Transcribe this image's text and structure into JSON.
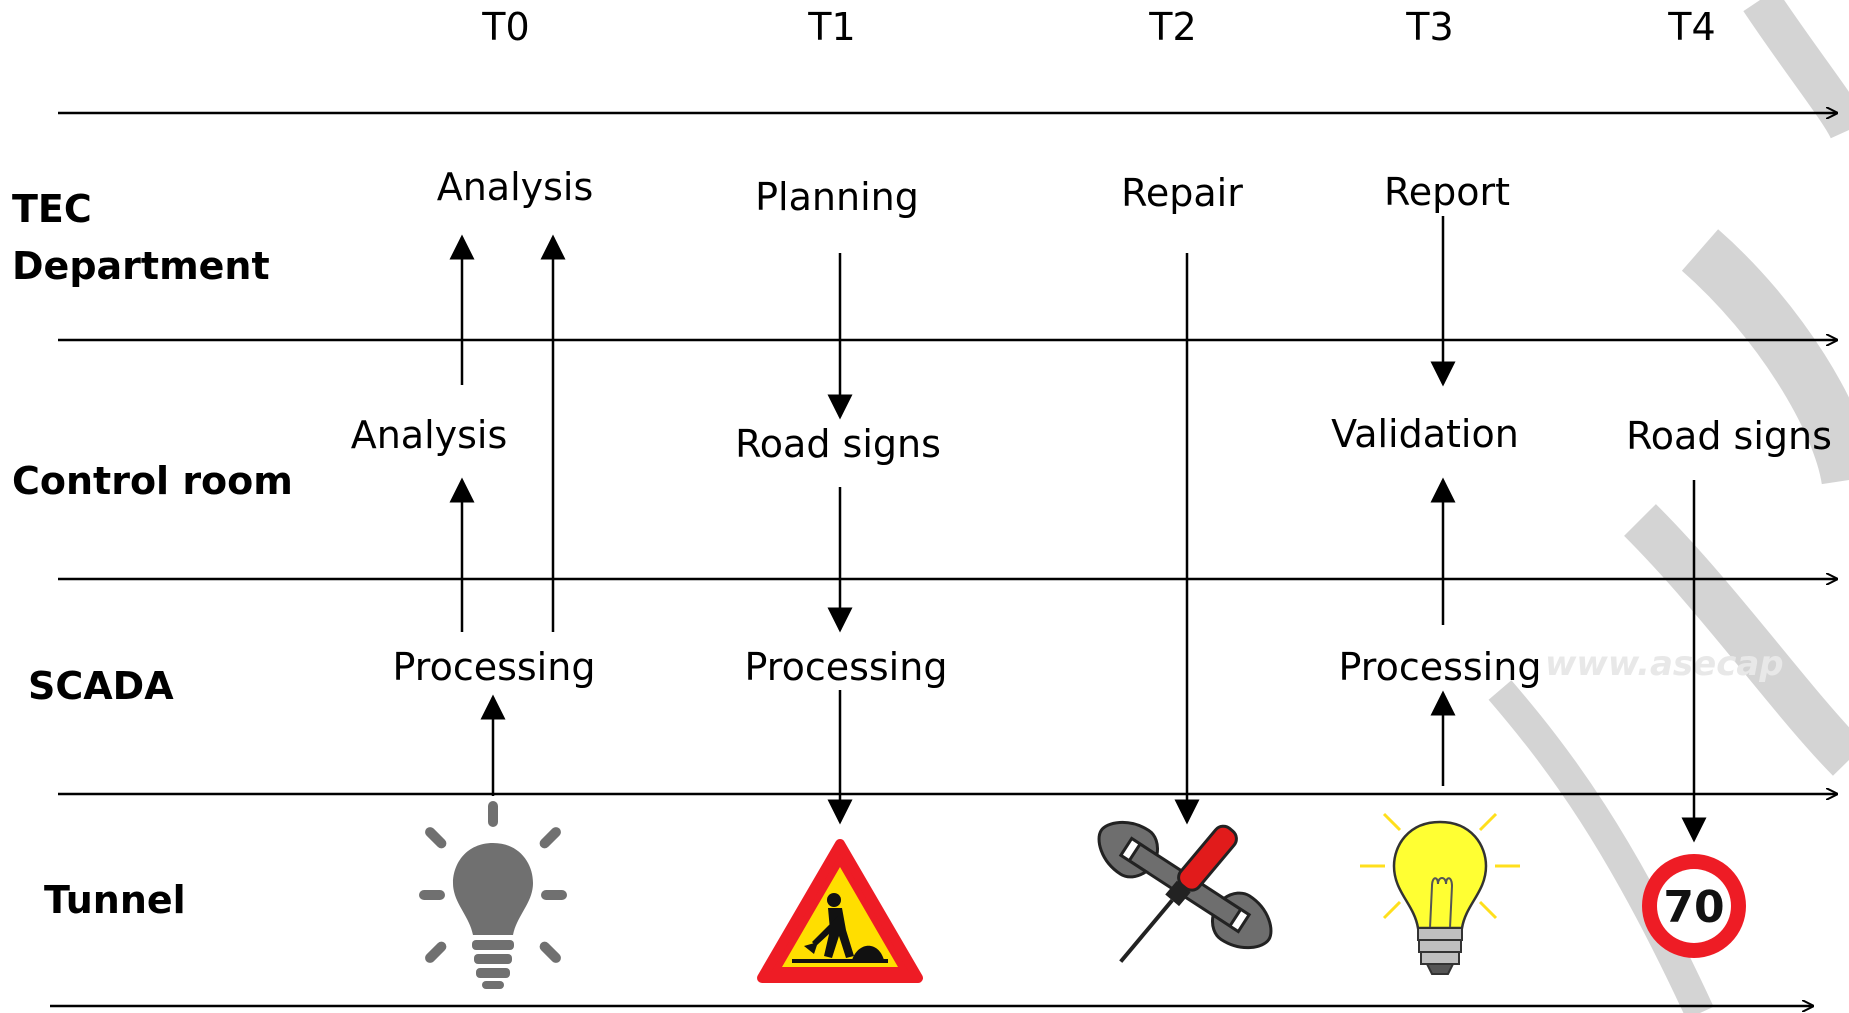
{
  "time_labels": [
    "T0",
    "T1",
    "T2",
    "T3",
    "T4"
  ],
  "lanes": {
    "tec": [
      "TEC",
      "Department"
    ],
    "control": "Control room",
    "scada": "SCADA",
    "tunnel": "Tunnel"
  },
  "nodes": {
    "tec_analysis": "Analysis",
    "planning": "Planning",
    "repair": "Repair",
    "report": "Report",
    "cr_analysis": "Analysis",
    "cr_road_signs": "Road signs",
    "validation": "Validation",
    "cr_road_signs_2": "Road signs",
    "scada_processing_t0": "Processing",
    "scada_processing_t1": "Processing",
    "scada_processing_t3": "Processing"
  },
  "watermark_text": "www.asecap",
  "speed_sign_value": "70",
  "icons": [
    "lightbulb-off-icon",
    "roadworks-sign-icon",
    "tools-icon",
    "lightbulb-on-icon",
    "speed-limit-70-icon"
  ],
  "colors": {
    "lines": "#000000",
    "bulb_off": "#707070",
    "bulb_on": "#ffff33",
    "warning_red": "#ee1c25",
    "warning_yellow": "#ffde00",
    "screwdriver_red": "#e11b1b",
    "wrench_gray": "#6e6e6e"
  }
}
